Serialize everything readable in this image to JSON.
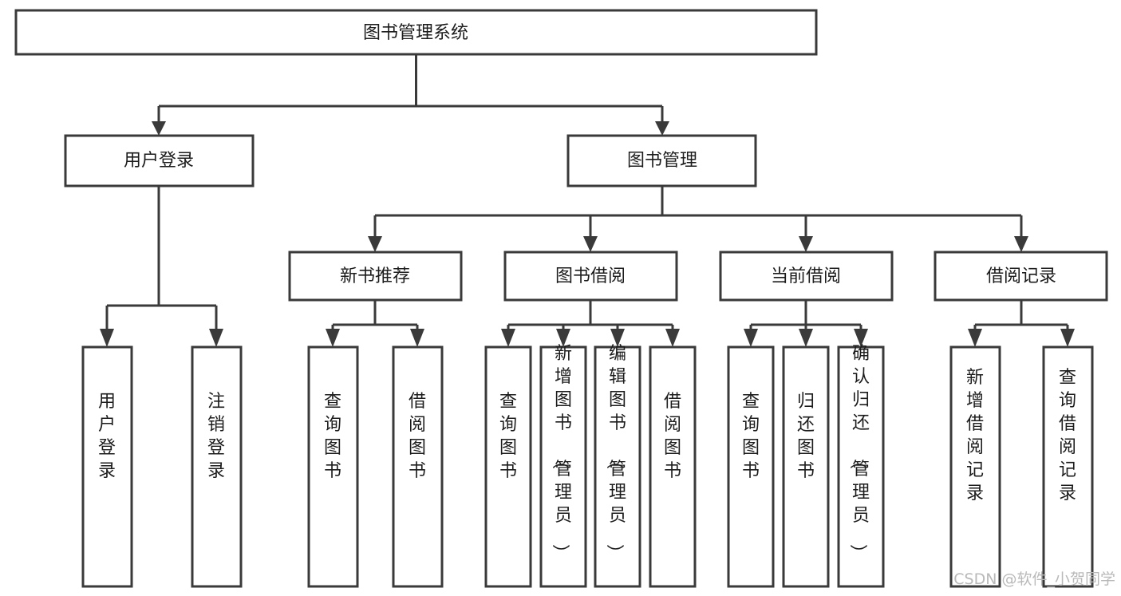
{
  "diagram": {
    "type": "tree-hierarchy-chart",
    "title": "图书管理系统",
    "orientation": "top-down",
    "levels": 4,
    "colors": {
      "box_stroke": "#3a3a3a",
      "box_fill": "#ffffff",
      "connector": "#3a3a3a",
      "text": "#1c1c1c",
      "background": "#ffffff",
      "watermark": "#b9b9b9"
    },
    "root": {
      "id": "root",
      "label": "图书管理系统"
    },
    "level2": [
      {
        "id": "user-login",
        "label": "用户登录"
      },
      {
        "id": "book-management",
        "label": "图书管理"
      }
    ],
    "level3": [
      {
        "id": "new-book-recommend",
        "label": "新书推荐",
        "parent": "book-management"
      },
      {
        "id": "book-borrow",
        "label": "图书借阅",
        "parent": "book-management"
      },
      {
        "id": "current-borrow",
        "label": "当前借阅",
        "parent": "book-management"
      },
      {
        "id": "borrow-record",
        "label": "借阅记录",
        "parent": "book-management"
      }
    ],
    "leaves": {
      "user-login": [
        {
          "id": "leaf-user-login",
          "label": "用户登录"
        },
        {
          "id": "leaf-logout-login",
          "label": "注销登录"
        }
      ],
      "new-book-recommend": [
        {
          "id": "leaf-query-book-1",
          "label": "查询图书"
        },
        {
          "id": "leaf-borrow-book-1",
          "label": "借阅图书"
        }
      ],
      "book-borrow": [
        {
          "id": "leaf-query-book-2",
          "label": "查询图书"
        },
        {
          "id": "leaf-add-book",
          "label": "新增图书（管理员）"
        },
        {
          "id": "leaf-edit-book",
          "label": "编辑图书（管理员）"
        },
        {
          "id": "leaf-borrow-book-2",
          "label": "借阅图书"
        }
      ],
      "current-borrow": [
        {
          "id": "leaf-query-book-3",
          "label": "查询图书"
        },
        {
          "id": "leaf-return-book",
          "label": "归还图书"
        },
        {
          "id": "leaf-confirm-return",
          "label": "确认归还（管理员）"
        }
      ],
      "borrow-record": [
        {
          "id": "leaf-add-record",
          "label": "新增借阅记录"
        },
        {
          "id": "leaf-query-record",
          "label": "查询借阅记录"
        }
      ]
    }
  },
  "watermark": {
    "label": "CSDN @软件_小贺同学"
  }
}
